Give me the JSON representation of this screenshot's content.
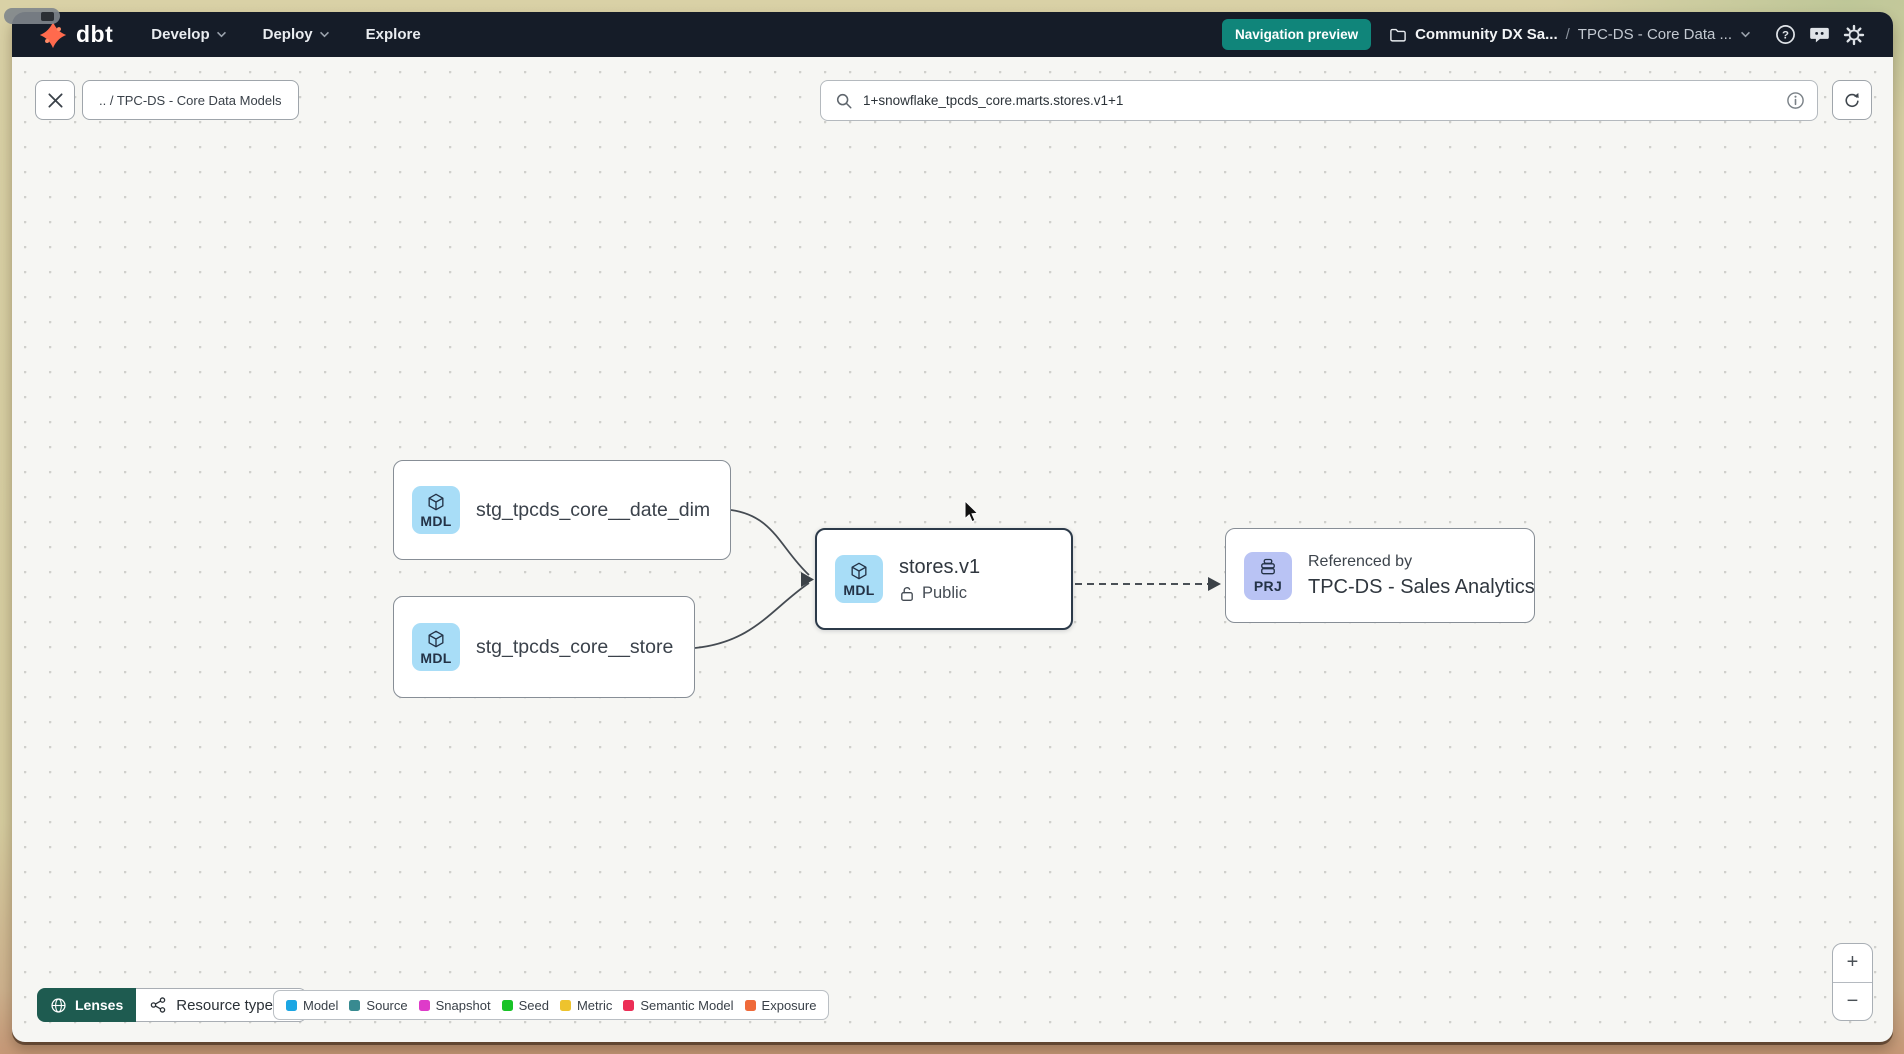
{
  "navbar": {
    "logo_text": "dbt",
    "menus": [
      {
        "label": "Develop"
      },
      {
        "label": "Deploy"
      },
      {
        "label": "Explore"
      }
    ],
    "preview_badge": "Navigation preview",
    "breadcrumb": {
      "project": "Community DX Sa...",
      "separator": "/",
      "section": "TPC-DS - Core Data ..."
    }
  },
  "toolbar": {
    "path_chip": ".. / TPC-DS - Core Data Models",
    "search_value": "1+snowflake_tpcds_core.marts.stores.v1+1"
  },
  "graph": {
    "nodes": [
      {
        "badge": "MDL",
        "label": "stg_tpcds_core__date_dim"
      },
      {
        "badge": "MDL",
        "label": "stg_tpcds_core__store"
      },
      {
        "badge": "MDL",
        "label": "stores.v1",
        "access": "Public"
      },
      {
        "badge": "PRJ",
        "title": "Referenced by",
        "label": "TPC-DS - Sales Analytics"
      }
    ]
  },
  "footer": {
    "lenses_label": "Lenses",
    "resource_type_label": "Resource type",
    "legend": [
      {
        "label": "Model",
        "color": "#1ba6e3"
      },
      {
        "label": "Source",
        "color": "#388a90"
      },
      {
        "label": "Snapshot",
        "color": "#de3bc9"
      },
      {
        "label": "Seed",
        "color": "#19c327"
      },
      {
        "label": "Metric",
        "color": "#eec32d"
      },
      {
        "label": "Semantic Model",
        "color": "#ec2e56"
      },
      {
        "label": "Exposure",
        "color": "#ef6a3a"
      }
    ],
    "zoom_in": "+",
    "zoom_out": "−"
  }
}
